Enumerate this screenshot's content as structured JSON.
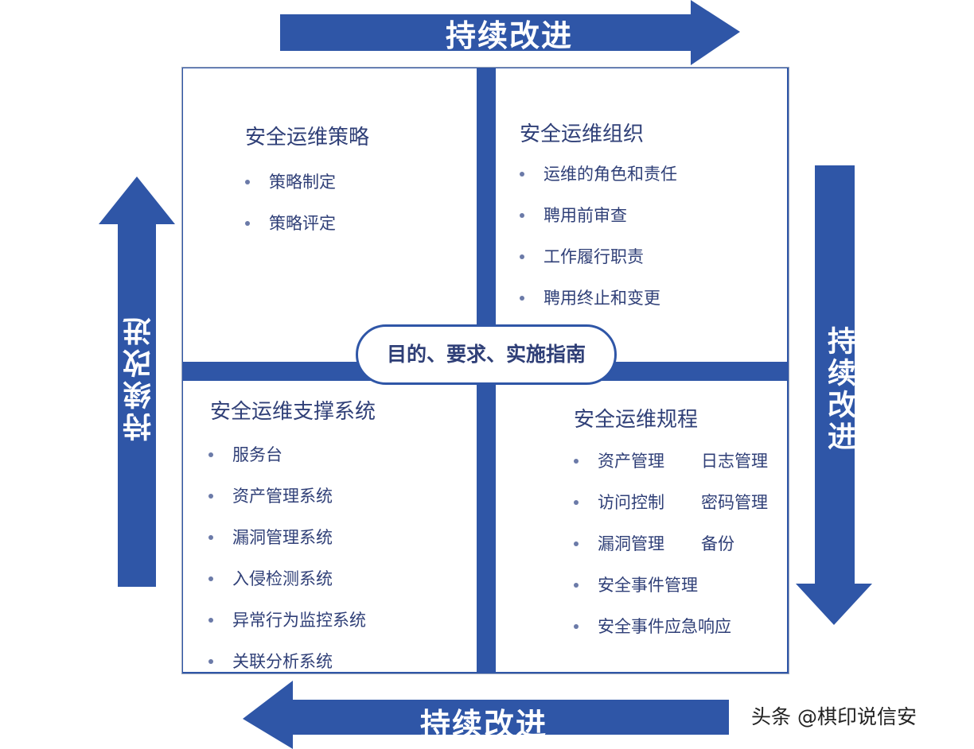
{
  "colors": {
    "accent": "#2f56a7",
    "text": "#2f3f77"
  },
  "arrows": {
    "top": "持续改进",
    "right": "持续改进",
    "bottom": "持续改进",
    "left": "持续改进"
  },
  "center_label": "目的、要求、实施指南",
  "quadrants": [
    {
      "title": "安全运维策略",
      "items": [
        "策略制定",
        "策略评定"
      ]
    },
    {
      "title": "安全运维组织",
      "items": [
        "运维的角色和责任",
        "聘用前审查",
        "工作履行职责",
        "聘用终止和变更"
      ]
    },
    {
      "title": "安全运维支撑系统",
      "items": [
        "服务台",
        "资产管理系统",
        "漏洞管理系统",
        "入侵检测系统",
        "异常行为监控系统",
        "关联分析系统"
      ]
    },
    {
      "title": "安全运维规程",
      "items": [
        {
          "a": "资产管理",
          "b": "日志管理"
        },
        {
          "a": "访问控制",
          "b": "密码管理"
        },
        {
          "a": "漏洞管理",
          "b": "备份"
        },
        {
          "a": "安全事件管理"
        },
        {
          "a": "安全事件应急响应"
        }
      ]
    }
  ],
  "watermark": "头条 @棋印说信安"
}
